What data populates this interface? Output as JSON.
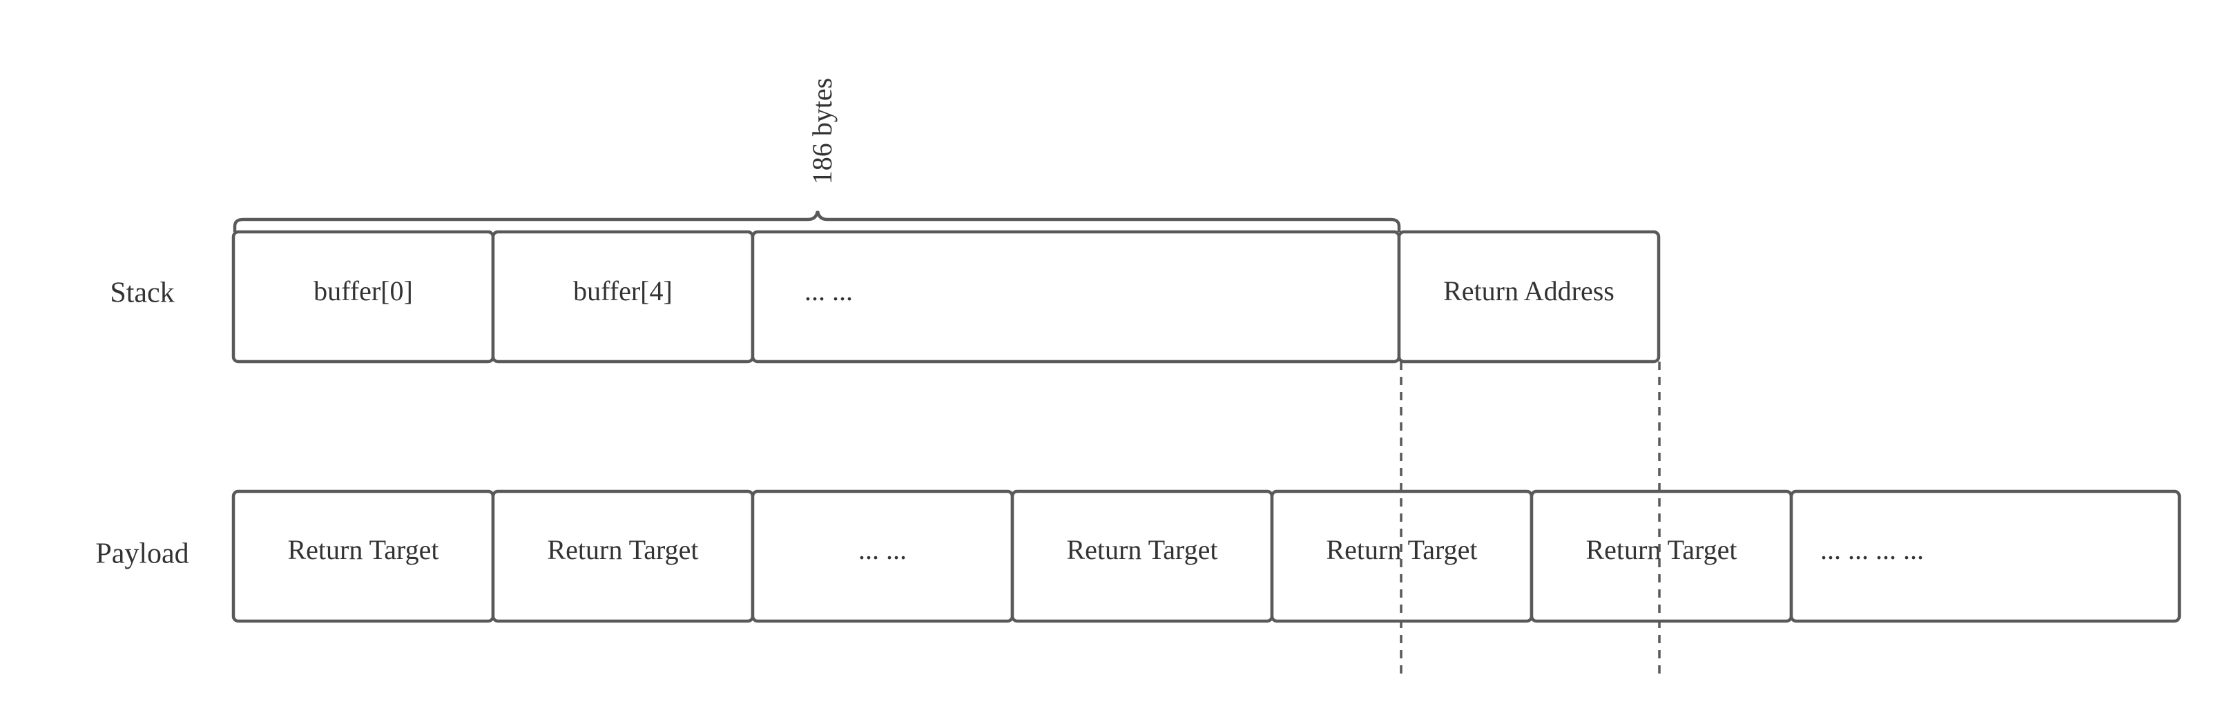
{
  "diagram": {
    "colors": {
      "stroke": "#595959",
      "text": "#333333",
      "background": "#ffffff"
    },
    "size_annotation": "186 bytes",
    "rows": [
      {
        "label": "Stack",
        "cells": [
          "buffer[0]",
          "buffer[4]",
          "... ...",
          "Return Address"
        ]
      },
      {
        "label": "Payload",
        "cells": [
          "Return Target",
          "Return Target",
          "... ...",
          "Return Target",
          "Return Target",
          "Return Target",
          "... ... ... ..."
        ]
      }
    ]
  }
}
